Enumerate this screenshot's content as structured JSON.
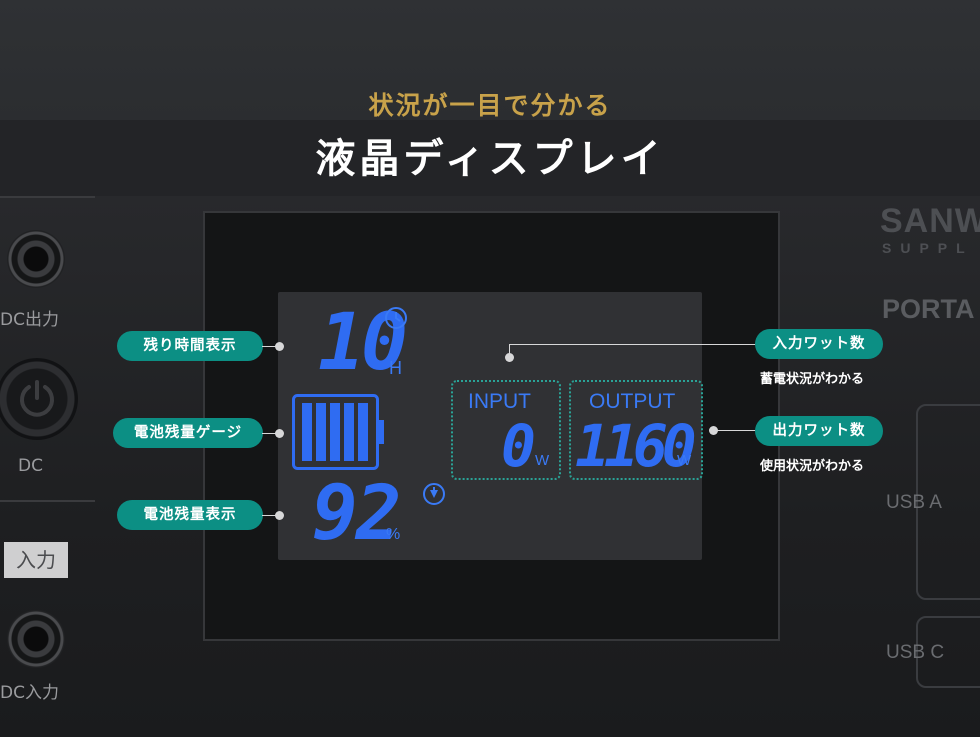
{
  "header": {
    "subtitle": "状況が一目で分かる",
    "title": "液晶ディスプレイ"
  },
  "device": {
    "ports": {
      "dc_out_label": "DC出力",
      "dc_label": "DC",
      "input_tag": "入力",
      "dc_in_label": "DC入力"
    },
    "brand": {
      "line1": "SANW",
      "line2": "SUPPL",
      "product": "PORTA"
    },
    "usb": {
      "a_label": "USB A",
      "c_label": "USB C"
    }
  },
  "lcd": {
    "remaining_time": "10",
    "time_unit": "H",
    "battery_percent": "92",
    "percent_unit": "%",
    "battery_gauge_level": 1.0,
    "input": {
      "label": "INPUT",
      "value": "0",
      "unit": "W"
    },
    "output": {
      "label": "OUTPUT",
      "value": "1160",
      "unit": "W"
    }
  },
  "callouts": {
    "remaining_time": "残り時間表示",
    "battery_gauge": "電池残量ゲージ",
    "battery_percent": "電池残量表示",
    "input_watts": "入力ワット数",
    "input_caption": "蓄電状況がわかる",
    "output_watts": "出力ワット数",
    "output_caption": "使用状況がわかる"
  },
  "colors": {
    "accent_teal": "#0c8f84",
    "lcd_blue": "#2f6cf2",
    "subtitle_gold": "#c8a24a"
  },
  "icons": [
    "clock-icon",
    "power-icon",
    "charging-plug-icon",
    "battery-icon"
  ]
}
